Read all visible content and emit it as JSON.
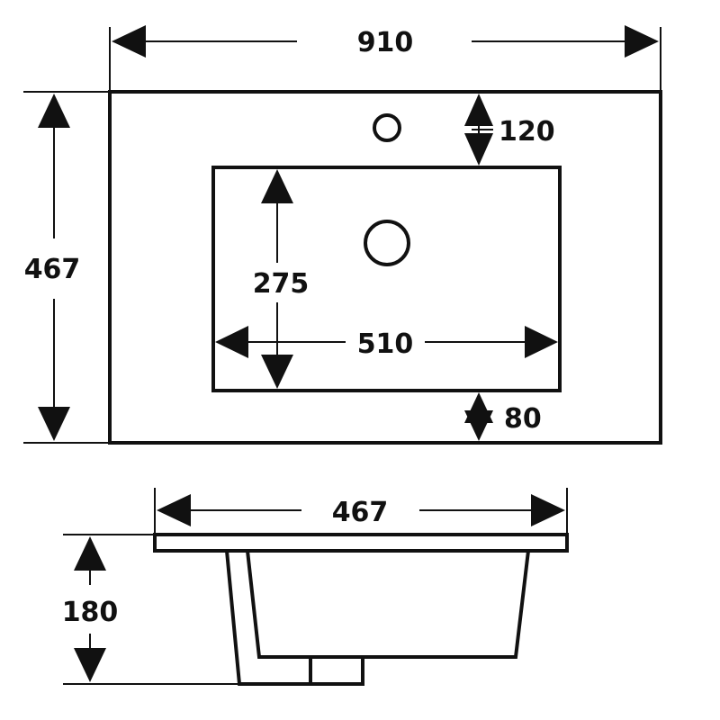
{
  "top_view": {
    "overall_width": "910",
    "overall_depth": "467",
    "faucet_offset": "120",
    "bowl_depth": "275",
    "bowl_width": "510",
    "front_margin": "80"
  },
  "side_view": {
    "depth": "467",
    "height": "180"
  },
  "colors": {
    "line": "#111111",
    "background": "#ffffff"
  }
}
